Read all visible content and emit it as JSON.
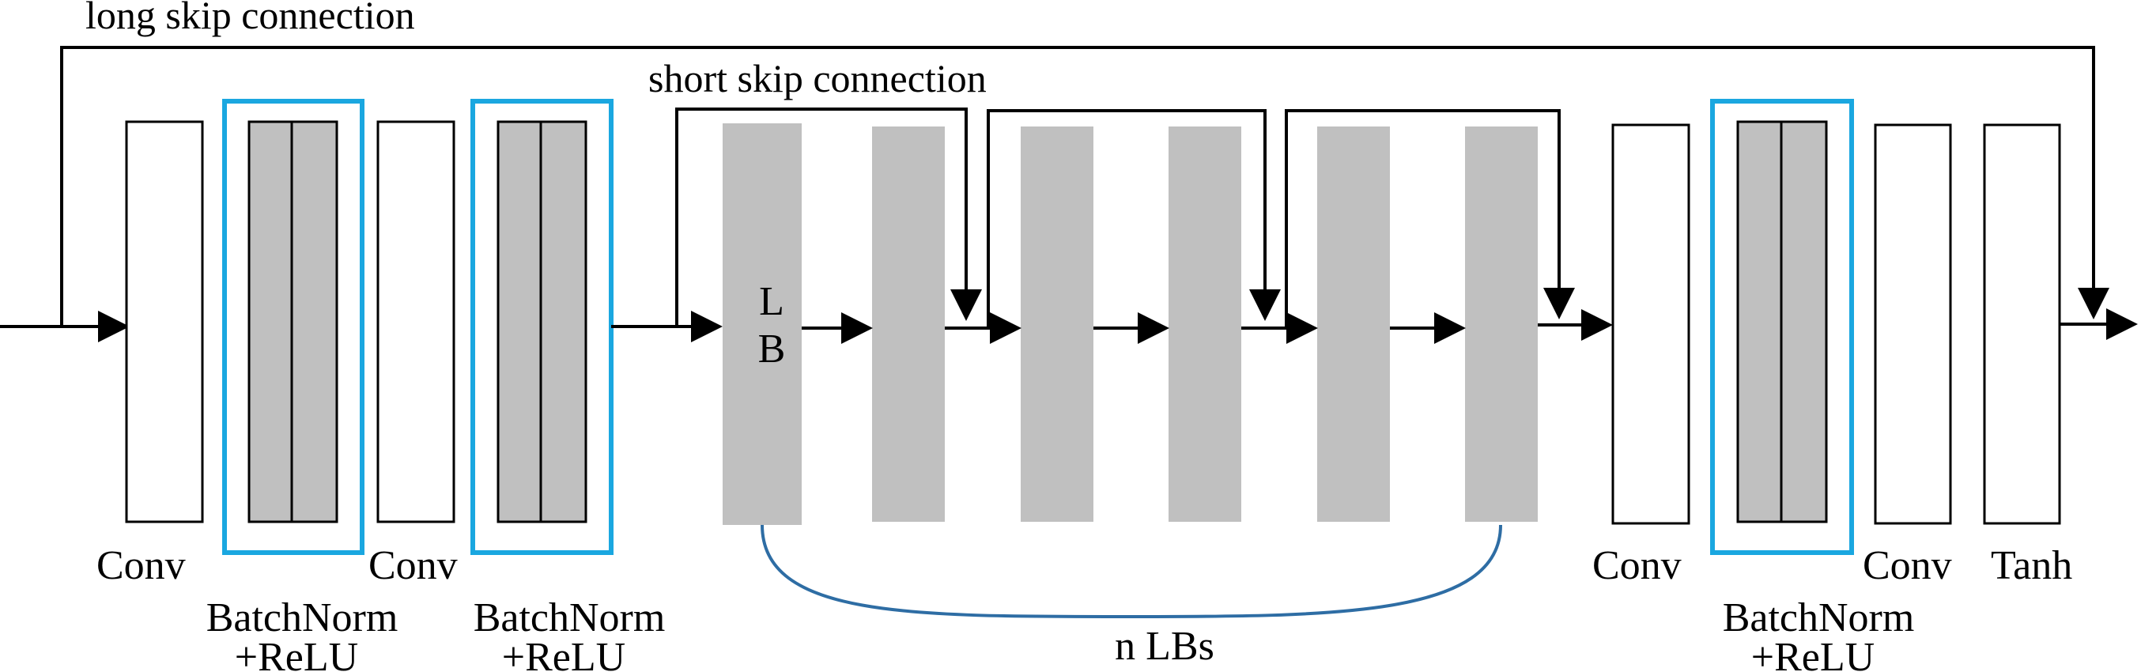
{
  "labels": {
    "long_skip": "long skip connection",
    "short_skip": "short skip connection",
    "conv_1": "Conv",
    "conv_2": "Conv",
    "conv_3": "Conv",
    "conv_4": "Conv",
    "tanh": "Tanh",
    "bn_1_line1": "BatchNorm",
    "bn_1_line2": "+ReLU",
    "bn_2_line1": "BatchNorm",
    "bn_2_line2": "+ReLU",
    "bn_3_line1": "BatchNorm",
    "bn_3_line2": "+ReLU",
    "lb_line1": "L",
    "lb_line2": "B",
    "n_lbs": "n LBs"
  },
  "colors": {
    "stroke": "#000000",
    "block_gray": "#c0c0c0",
    "batchnorm_highlight": "#1aa7e0",
    "brace": "#2e6da4"
  }
}
